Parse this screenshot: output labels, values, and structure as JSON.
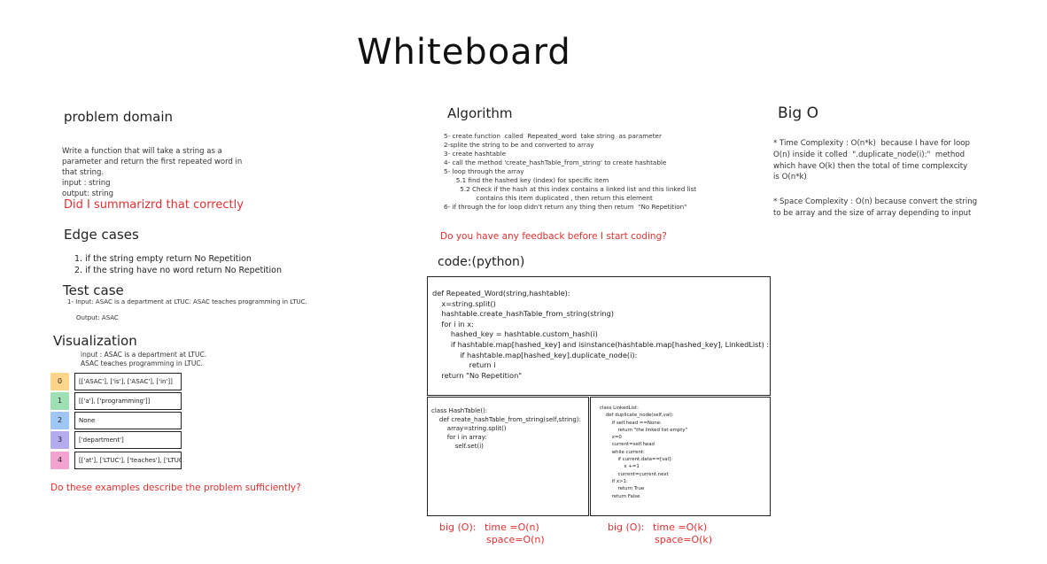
{
  "title": "Whiteboard",
  "problem_domain": {
    "heading": "problem domain",
    "lines": [
      "Write a function that will take a string as a",
      "parameter and return the first repeated word in",
      "that string.",
      "input : string",
      "output: string"
    ],
    "question": "Did I summarizrd that correctly"
  },
  "edge_cases": {
    "heading": "Edge cases",
    "items": [
      "1. if the string empty return No Repetition",
      "2. if the string have no word return No Repetition"
    ]
  },
  "test_case": {
    "heading": "Test case",
    "input": "1- Input: ASAC is a department at LTUC. ASAC teaches programming in LTUC.",
    "output": "Output: ASAC"
  },
  "visualization": {
    "heading": "Visualization",
    "input_lines": [
      "input : ASAC is a department at LTUC.",
      "ASAC teaches programming in LTUC."
    ],
    "rows": [
      {
        "index": "0",
        "value": "[['ASAC'], ['is'], ['ASAC'], ['in']]",
        "color": "#ffd58a"
      },
      {
        "index": "1",
        "value": "[['a'], ['programming']]",
        "color": "#9fdfb4"
      },
      {
        "index": "2",
        "value": "None",
        "color": "#9ec7f5"
      },
      {
        "index": "3",
        "value": "['department']",
        "color": "#b3adf0"
      },
      {
        "index": "4",
        "value": "[['at'], ['LTUC'], ['teaches'], ['LTUC']]",
        "color": "#f2a3d0"
      }
    ],
    "question": "Do these examples describe the problem sufficiently?"
  },
  "algorithm": {
    "heading": "Algorithm",
    "lines": [
      "5- create function  called  Repeated_word  take string  as parameter",
      "2-splite the string to be and converted to array",
      "3- create hashtable",
      "4- call the method 'create_hashTable_from_string' to create hashtable",
      "5- loop through the array",
      "      5.1 find the hashed key (index) for specific item",
      "        5.2 Check if the hash at this index contains a linked list and this linked list",
      "                contains this item duplicated , then return this element",
      "6- if through the for loop didn't return any thing then return  \"No Repetition\""
    ],
    "question": "Do you have any feedback before I start coding?"
  },
  "code": {
    "heading": "code:(python)",
    "main": [
      "def Repeated_Word(string,hashtable):",
      "    x=string.split()",
      "    hashtable.create_hashTable_from_string(string)",
      "    for i in x:",
      "        hashed_key = hashtable.custom_hash(i)",
      "        if hashtable.map[hashed_key] and isinstance(hashtable.map[hashed_key], LinkedList) :",
      "            if hashtable.map[hashed_key].duplicate_node(i):",
      "                return i",
      "    return \"No Repetition\""
    ],
    "hashtable": [
      "class HashTable():",
      "    def create_hashTable_from_string(self,string):",
      "",
      "        array=string.split()",
      "        for i in array:",
      "            self.set(i)"
    ],
    "linkedlist": [
      "class LinkedList:",
      "",
      "    def duplicate_node(self,val):",
      "        if self.head ==None:",
      "            return \"the linked list empty\"",
      "        x=0",
      "        current=self.head",
      "        while current:",
      "            if current.data==[val]:",
      "                x +=1",
      "            current=current.next",
      "        if x>1:",
      "            return True",
      "        return False"
    ],
    "big_o_left": {
      "label": "big (O):",
      "time": "time =O(n)",
      "space": "space=O(n)"
    },
    "big_o_right": {
      "label": "big (O):",
      "time": "time =O(k)",
      "space": "space=O(k)"
    }
  },
  "big_o": {
    "heading": "Big O",
    "time_lines": [
      "* Time Complexity : O(n*k)  because I have for loop",
      "O(n) inside it colled  \".duplicate_node(i):\"  method",
      "which have O(k) then the total of time complexcity",
      "is O(n*k)"
    ],
    "space_lines": [
      "* Space Complexity : O(n) because convert the string",
      "to be array and the size of array depending to input"
    ]
  }
}
